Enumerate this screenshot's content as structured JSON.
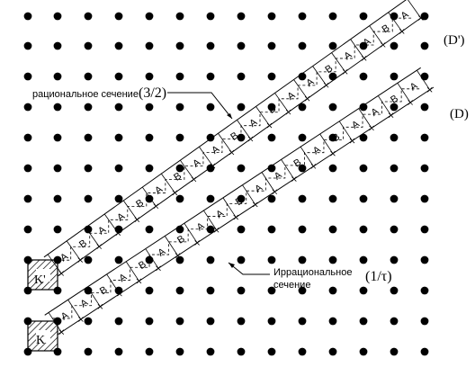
{
  "labels": {
    "strip_upper": "(D')",
    "strip_lower": "(D)",
    "rational_text": "рациональное сечение",
    "rational_value": "(3/2)",
    "irrational_text_line1": "Иррациональное",
    "irrational_text_line2": "сечение",
    "irrational_value": "(1/τ)",
    "box_upper": "K'",
    "box_lower": "K"
  },
  "upper_strip_sequence": [
    "A",
    "B",
    "A",
    "A",
    "B",
    "A",
    "B",
    "A",
    "A",
    "B",
    "A",
    "B",
    "A",
    "A",
    "B",
    "A",
    "A",
    "B",
    "A"
  ],
  "lower_strip_sequence": [
    "A",
    "A",
    "B",
    "A",
    "B",
    "A",
    "B",
    "A",
    "A",
    "B",
    "A",
    "A",
    "B",
    "A",
    "B",
    "A",
    "A",
    "B",
    "A"
  ],
  "colors": {
    "ink": "#000000",
    "paper": "#ffffff"
  }
}
